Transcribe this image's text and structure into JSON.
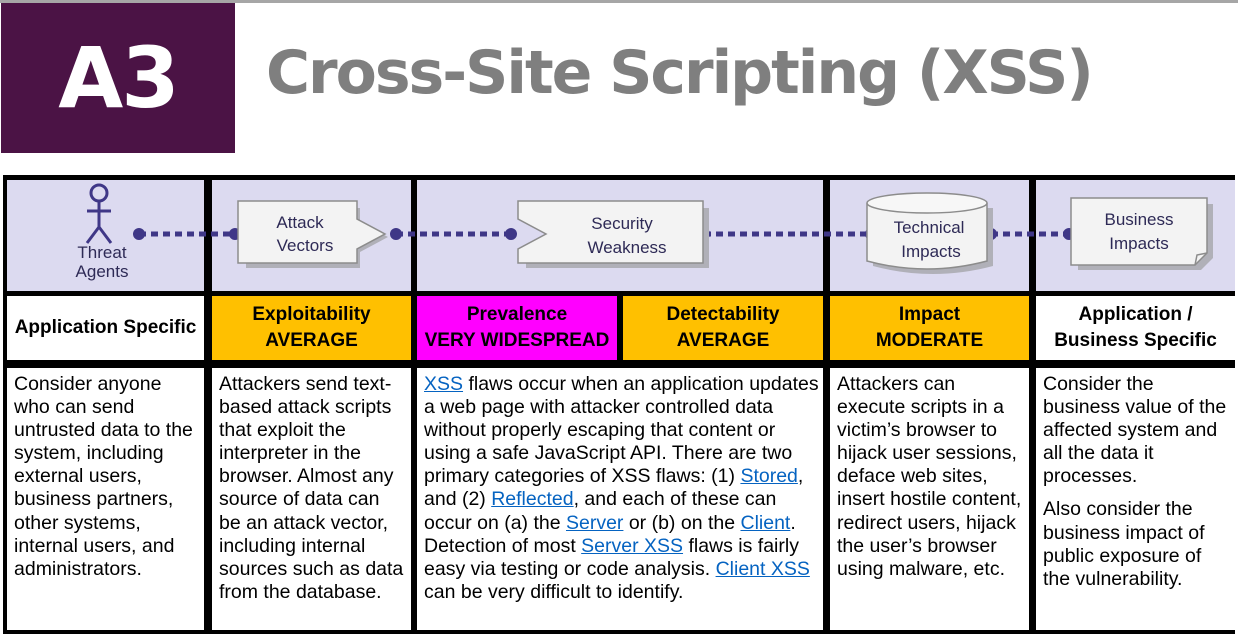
{
  "header": {
    "badge": "A3",
    "title": "Cross-Site Scripting (XSS)"
  },
  "diagram": {
    "threat_agents": [
      "Threat",
      "Agents"
    ],
    "attack_vectors": [
      "Attack",
      "Vectors"
    ],
    "security_weakness": [
      "Security",
      "Weakness"
    ],
    "technical_impacts": [
      "Technical",
      "Impacts"
    ],
    "business_impacts": [
      "Business",
      "Impacts"
    ]
  },
  "ratings": {
    "col1": "Application Specific",
    "exploitability": {
      "label": "Exploitability",
      "value": "AVERAGE"
    },
    "prevalence": {
      "label": "Prevalence",
      "value": "VERY WIDESPREAD"
    },
    "detectability": {
      "label": "Detectability",
      "value": "AVERAGE"
    },
    "impact": {
      "label": "Impact",
      "value": "MODERATE"
    },
    "col6": [
      "Application /",
      "Business Specific"
    ]
  },
  "content": {
    "threat_agents": "Consider anyone who can send untrusted data to the system, including external users, business partners, other systems, internal users, and administrators.",
    "attack_vectors": "Attackers send text-based attack scripts that exploit the interpreter in the browser. Almost any source of data can be an attack vector, including internal sources such as data from the database.",
    "weakness": {
      "link_xss": "XSS",
      "t1": " flaws occur when an application updates a web page with attacker controlled data without properly escaping that content or using a safe JavaScript API. There are two primary categories of XSS flaws: (1) ",
      "link_stored": "Stored",
      "t2": ", and (2) ",
      "link_reflected": "Reflected",
      "t3": ", and each of these can occur on (a) the ",
      "link_server": "Server",
      "t4": " or (b) on the ",
      "link_client": "Client",
      "t5": ". Detection of most ",
      "link_server_xss": "Server XSS",
      "t6": " flaws is fairly easy via testing or code analysis. ",
      "link_client_xss": "Client XSS",
      "t7": " can be very difficult to identify."
    },
    "technical_impacts": "Attackers can execute scripts in a victim’s browser to hijack user sessions, deface web sites, insert hostile content, redirect users, hijack the user’s browser using malware, etc.",
    "business_impacts": [
      "Consider the business value of the affected system and all the data it processes.",
      "Also consider the business impact of public exposure of the vulnerability."
    ]
  },
  "colors": {
    "badge": "#4b1345",
    "title": "#7f7f7f",
    "diagram_bg": "#dcdaf0",
    "rating_yellow": "#ffc000",
    "rating_magenta": "#ff00ff",
    "connector": "#3f3787",
    "link": "#0563c1"
  }
}
